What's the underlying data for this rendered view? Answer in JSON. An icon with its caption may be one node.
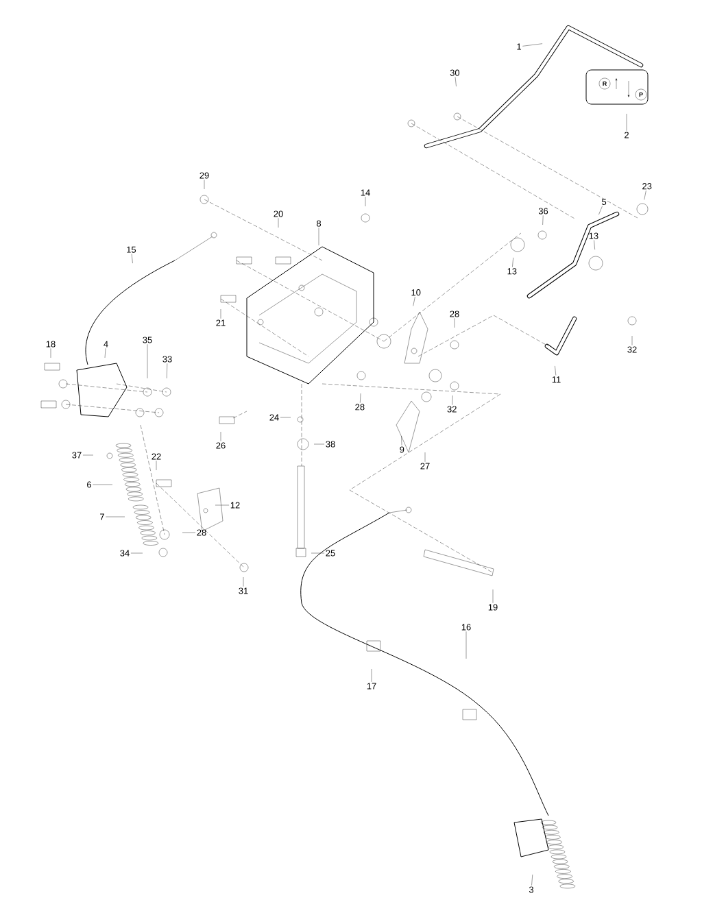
{
  "diagram": {
    "nodes": [
      {
        "text": [
          "1"
        ]
      },
      {
        "text": [
          "30"
        ]
      },
      {
        "text": [
          "2"
        ]
      },
      {
        "text": [
          "29"
        ]
      },
      {
        "text": [
          "14"
        ]
      },
      {
        "text": [
          "23"
        ]
      },
      {
        "text": [
          "5"
        ]
      },
      {
        "text": [
          "20"
        ]
      },
      {
        "text": [
          "8"
        ]
      },
      {
        "text": [
          "36"
        ]
      },
      {
        "text": [
          "13"
        ]
      },
      {
        "text": [
          "15"
        ]
      },
      {
        "text": [
          "13"
        ]
      },
      {
        "text": [
          "10"
        ]
      },
      {
        "text": [
          "21"
        ]
      },
      {
        "text": [
          "28"
        ]
      },
      {
        "text": [
          "32"
        ]
      },
      {
        "text": [
          "35"
        ]
      },
      {
        "text": [
          "18"
        ]
      },
      {
        "text": [
          "4"
        ]
      },
      {
        "text": [
          "33"
        ]
      },
      {
        "text": [
          "11"
        ]
      },
      {
        "text": [
          "28"
        ]
      },
      {
        "text": [
          "32"
        ]
      },
      {
        "text": [
          "24"
        ]
      },
      {
        "text": [
          "26"
        ]
      },
      {
        "text": [
          "9"
        ]
      },
      {
        "text": [
          "38"
        ]
      },
      {
        "text": [
          "37"
        ]
      },
      {
        "text": [
          "27"
        ]
      },
      {
        "text": [
          "22"
        ]
      },
      {
        "text": [
          "6"
        ]
      },
      {
        "text": [
          "12"
        ]
      },
      {
        "text": [
          "7"
        ]
      },
      {
        "text": [
          "28"
        ]
      },
      {
        "text": [
          "34"
        ]
      },
      {
        "text": [
          "25"
        ]
      },
      {
        "text": [
          "31"
        ]
      },
      {
        "text": [
          "19"
        ]
      },
      {
        "text": [
          "16"
        ]
      },
      {
        "text": [
          "17"
        ]
      },
      {
        "text": [
          "3"
        ]
      }
    ],
    "edges": [
      {
        "from": 0,
        "to": null,
        "arrow": "none"
      },
      {
        "from": 1,
        "to": null,
        "arrow": "none"
      },
      {
        "from": 2,
        "to": null,
        "arrow": "none"
      },
      {
        "from": 3,
        "to": null,
        "arrow": "none"
      },
      {
        "from": 4,
        "to": null,
        "arrow": "none"
      },
      {
        "from": 5,
        "to": null,
        "arrow": "none"
      },
      {
        "from": 6,
        "to": null,
        "arrow": "none"
      },
      {
        "from": 7,
        "to": null,
        "arrow": "none"
      },
      {
        "from": 8,
        "to": null,
        "arrow": "none"
      },
      {
        "from": 9,
        "to": null,
        "arrow": "none"
      },
      {
        "from": 10,
        "to": null,
        "arrow": "none"
      },
      {
        "from": 11,
        "to": null,
        "arrow": "none"
      },
      {
        "from": 12,
        "to": null,
        "arrow": "none"
      },
      {
        "from": 13,
        "to": null,
        "arrow": "none"
      },
      {
        "from": 14,
        "to": null,
        "arrow": "none"
      },
      {
        "from": 15,
        "to": null,
        "arrow": "none"
      },
      {
        "from": 16,
        "to": null,
        "arrow": "none"
      },
      {
        "from": 17,
        "to": null,
        "arrow": "none"
      },
      {
        "from": 18,
        "to": null,
        "arrow": "none"
      },
      {
        "from": 19,
        "to": null,
        "arrow": "none"
      },
      {
        "from": 20,
        "to": null,
        "arrow": "none"
      },
      {
        "from": 21,
        "to": null,
        "arrow": "none"
      },
      {
        "from": 22,
        "to": null,
        "arrow": "none"
      },
      {
        "from": 23,
        "to": null,
        "arrow": "none"
      },
      {
        "from": 24,
        "to": null,
        "arrow": "none"
      },
      {
        "from": 25,
        "to": null,
        "arrow": "none"
      },
      {
        "from": 26,
        "to": null,
        "arrow": "none"
      },
      {
        "from": 27,
        "to": null,
        "arrow": "none"
      },
      {
        "from": 28,
        "to": null,
        "arrow": "none"
      },
      {
        "from": 29,
        "to": null,
        "arrow": "none"
      },
      {
        "from": 30,
        "to": null,
        "arrow": "none"
      },
      {
        "from": 31,
        "to": null,
        "arrow": "none"
      },
      {
        "from": 32,
        "to": null,
        "arrow": "none"
      },
      {
        "from": 33,
        "to": null,
        "arrow": "none"
      },
      {
        "from": 34,
        "to": null,
        "arrow": "none"
      },
      {
        "from": 35,
        "to": null,
        "arrow": "none"
      },
      {
        "from": 36,
        "to": null,
        "arrow": "none"
      },
      {
        "from": 37,
        "to": null,
        "arrow": "none"
      },
      {
        "from": 38,
        "to": null,
        "arrow": "none"
      },
      {
        "from": 39,
        "to": null,
        "arrow": "none"
      },
      {
        "from": 40,
        "to": null,
        "arrow": "none"
      },
      {
        "from": 41,
        "to": null,
        "arrow": "none"
      }
    ],
    "labels": [
      "R",
      "P"
    ]
  }
}
